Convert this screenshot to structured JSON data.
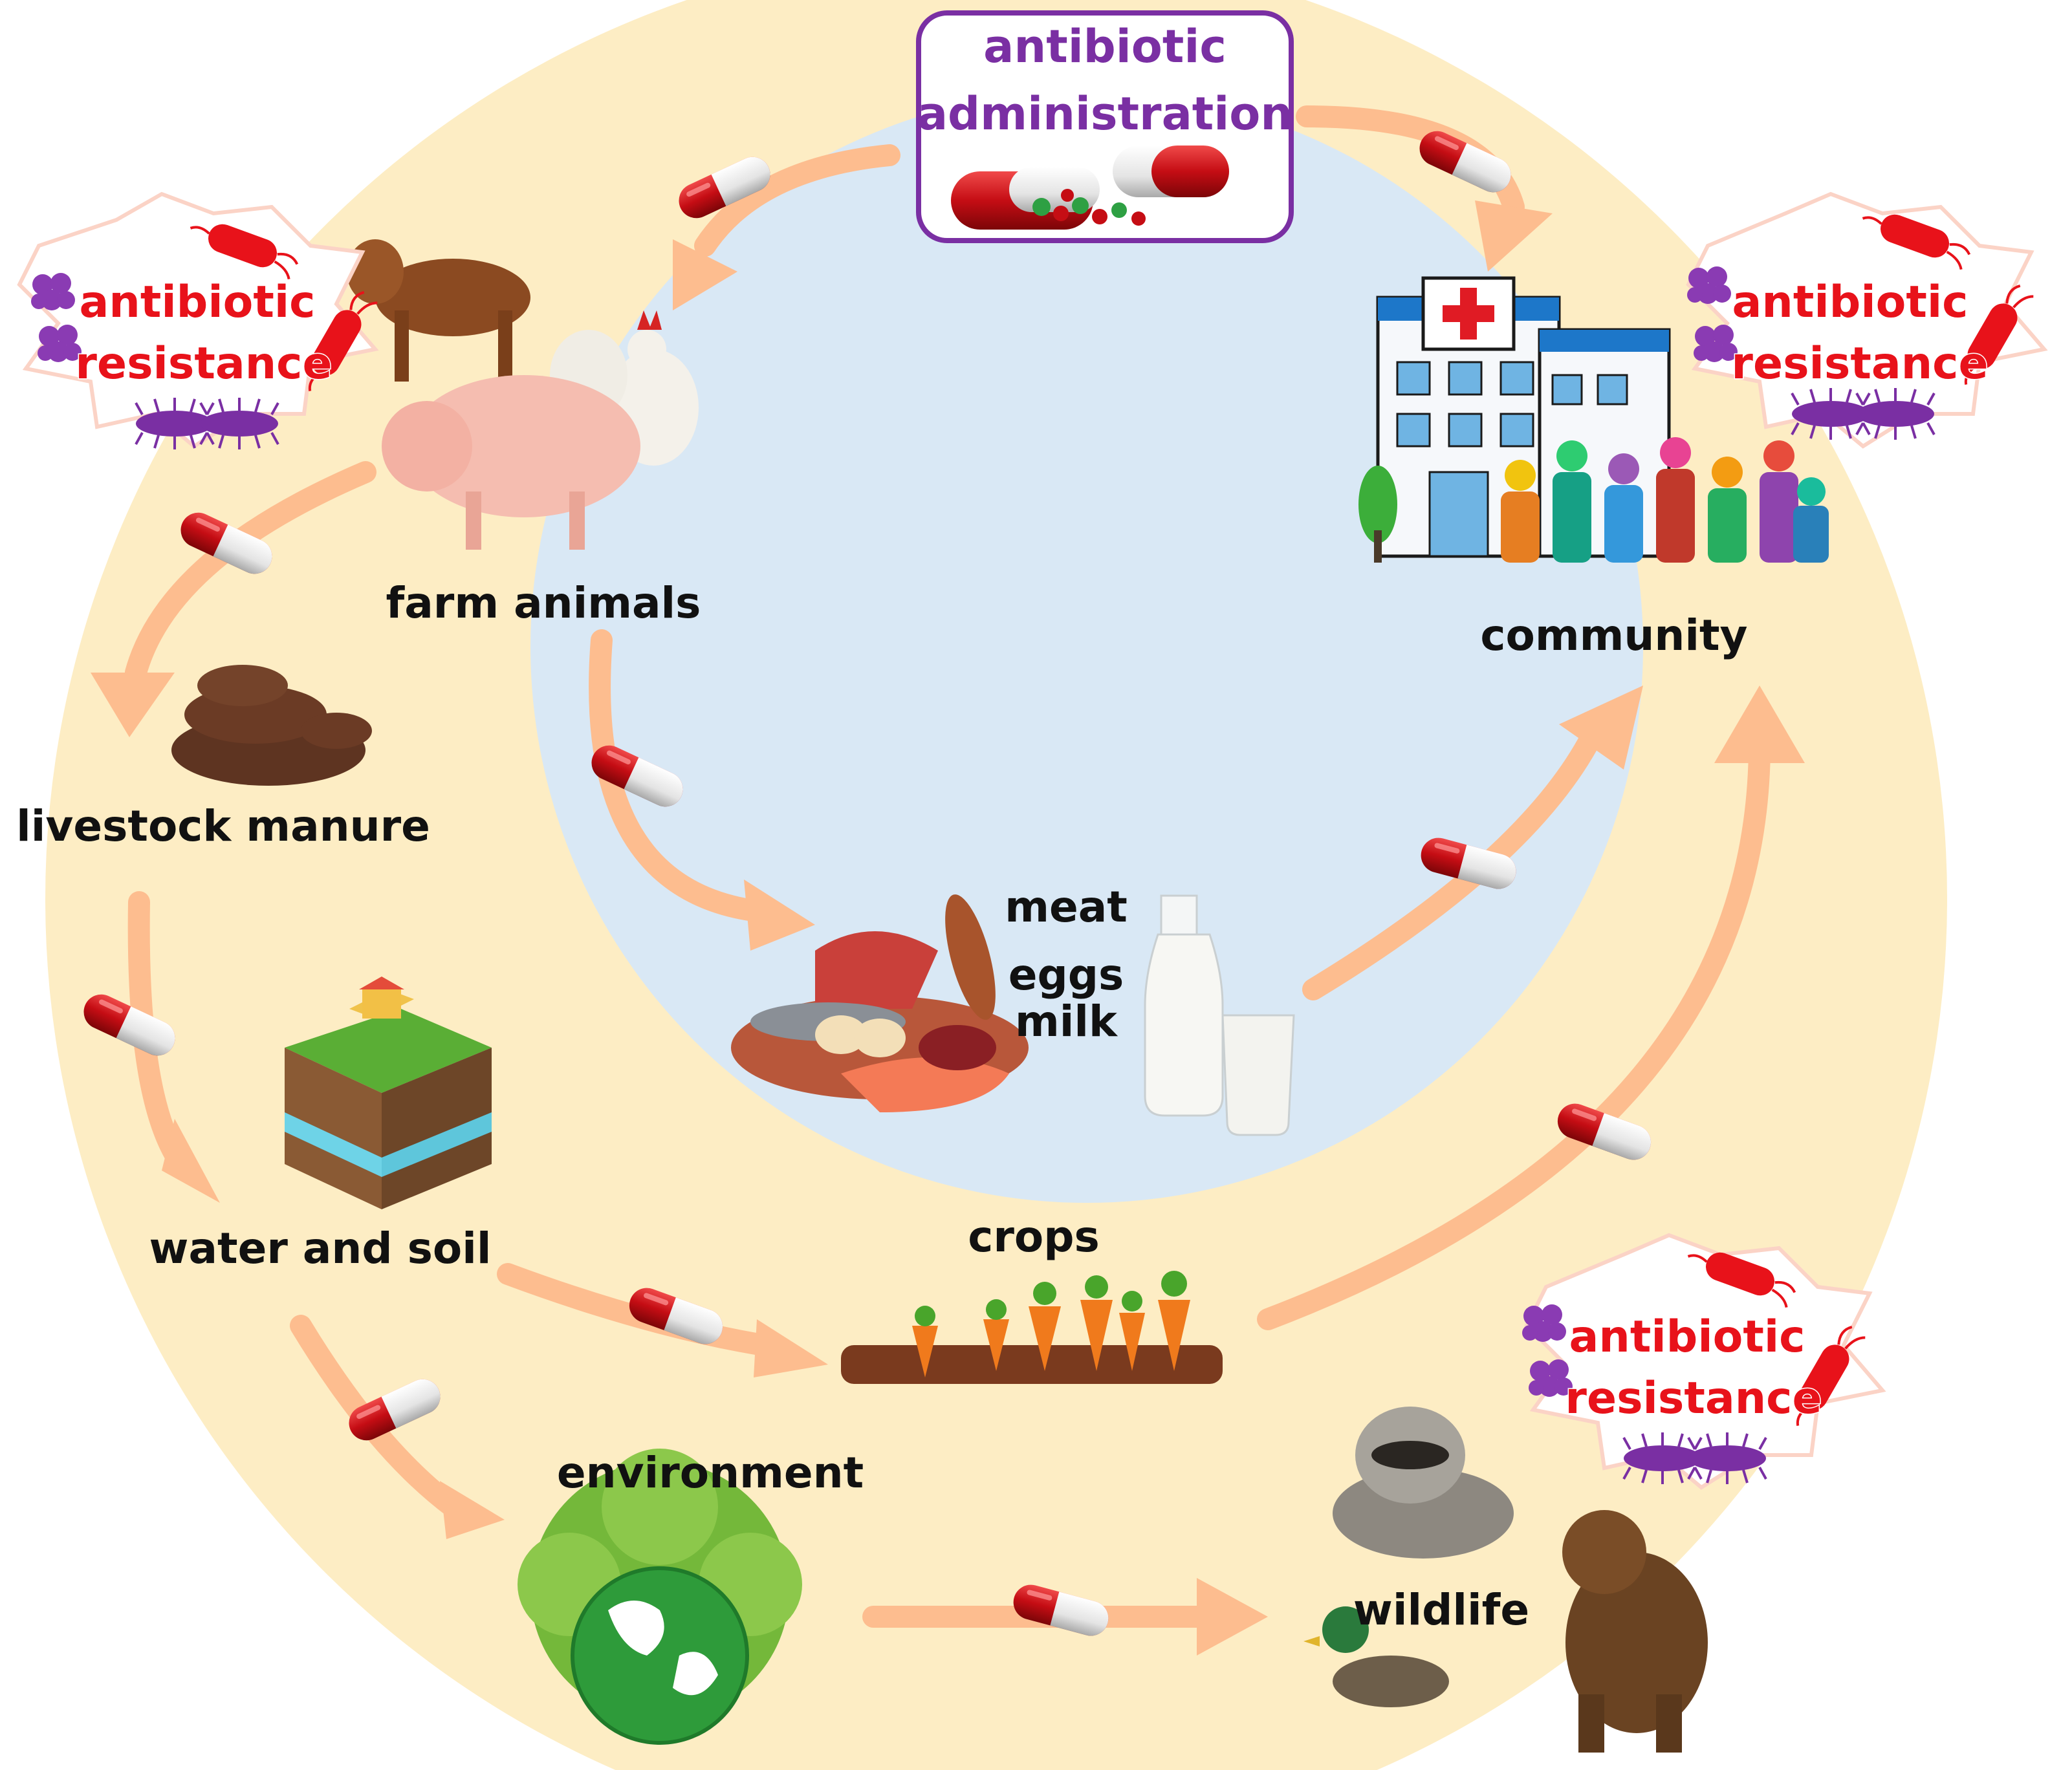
{
  "admin": {
    "line1": "antibiotic",
    "line2": "administration"
  },
  "nodes": {
    "farm_animals": "farm animals",
    "community": "community",
    "livestock_manure": "livestock manure",
    "meat": "meat",
    "eggs": "eggs",
    "milk": "milk",
    "water_soil": "water and soil",
    "crops": "crops",
    "environment": "environment",
    "wildlife": "wildlife"
  },
  "resistance": {
    "line1": "antibiotic",
    "line2": "resistance"
  },
  "colors": {
    "outer_ring": "#fdedc4",
    "inner_circle": "#d9e8f5",
    "arrow": "#fdbd8f",
    "pill_red": "#cc1016",
    "admin_border": "#7a2fa3",
    "resistance_text": "#e8121a"
  }
}
